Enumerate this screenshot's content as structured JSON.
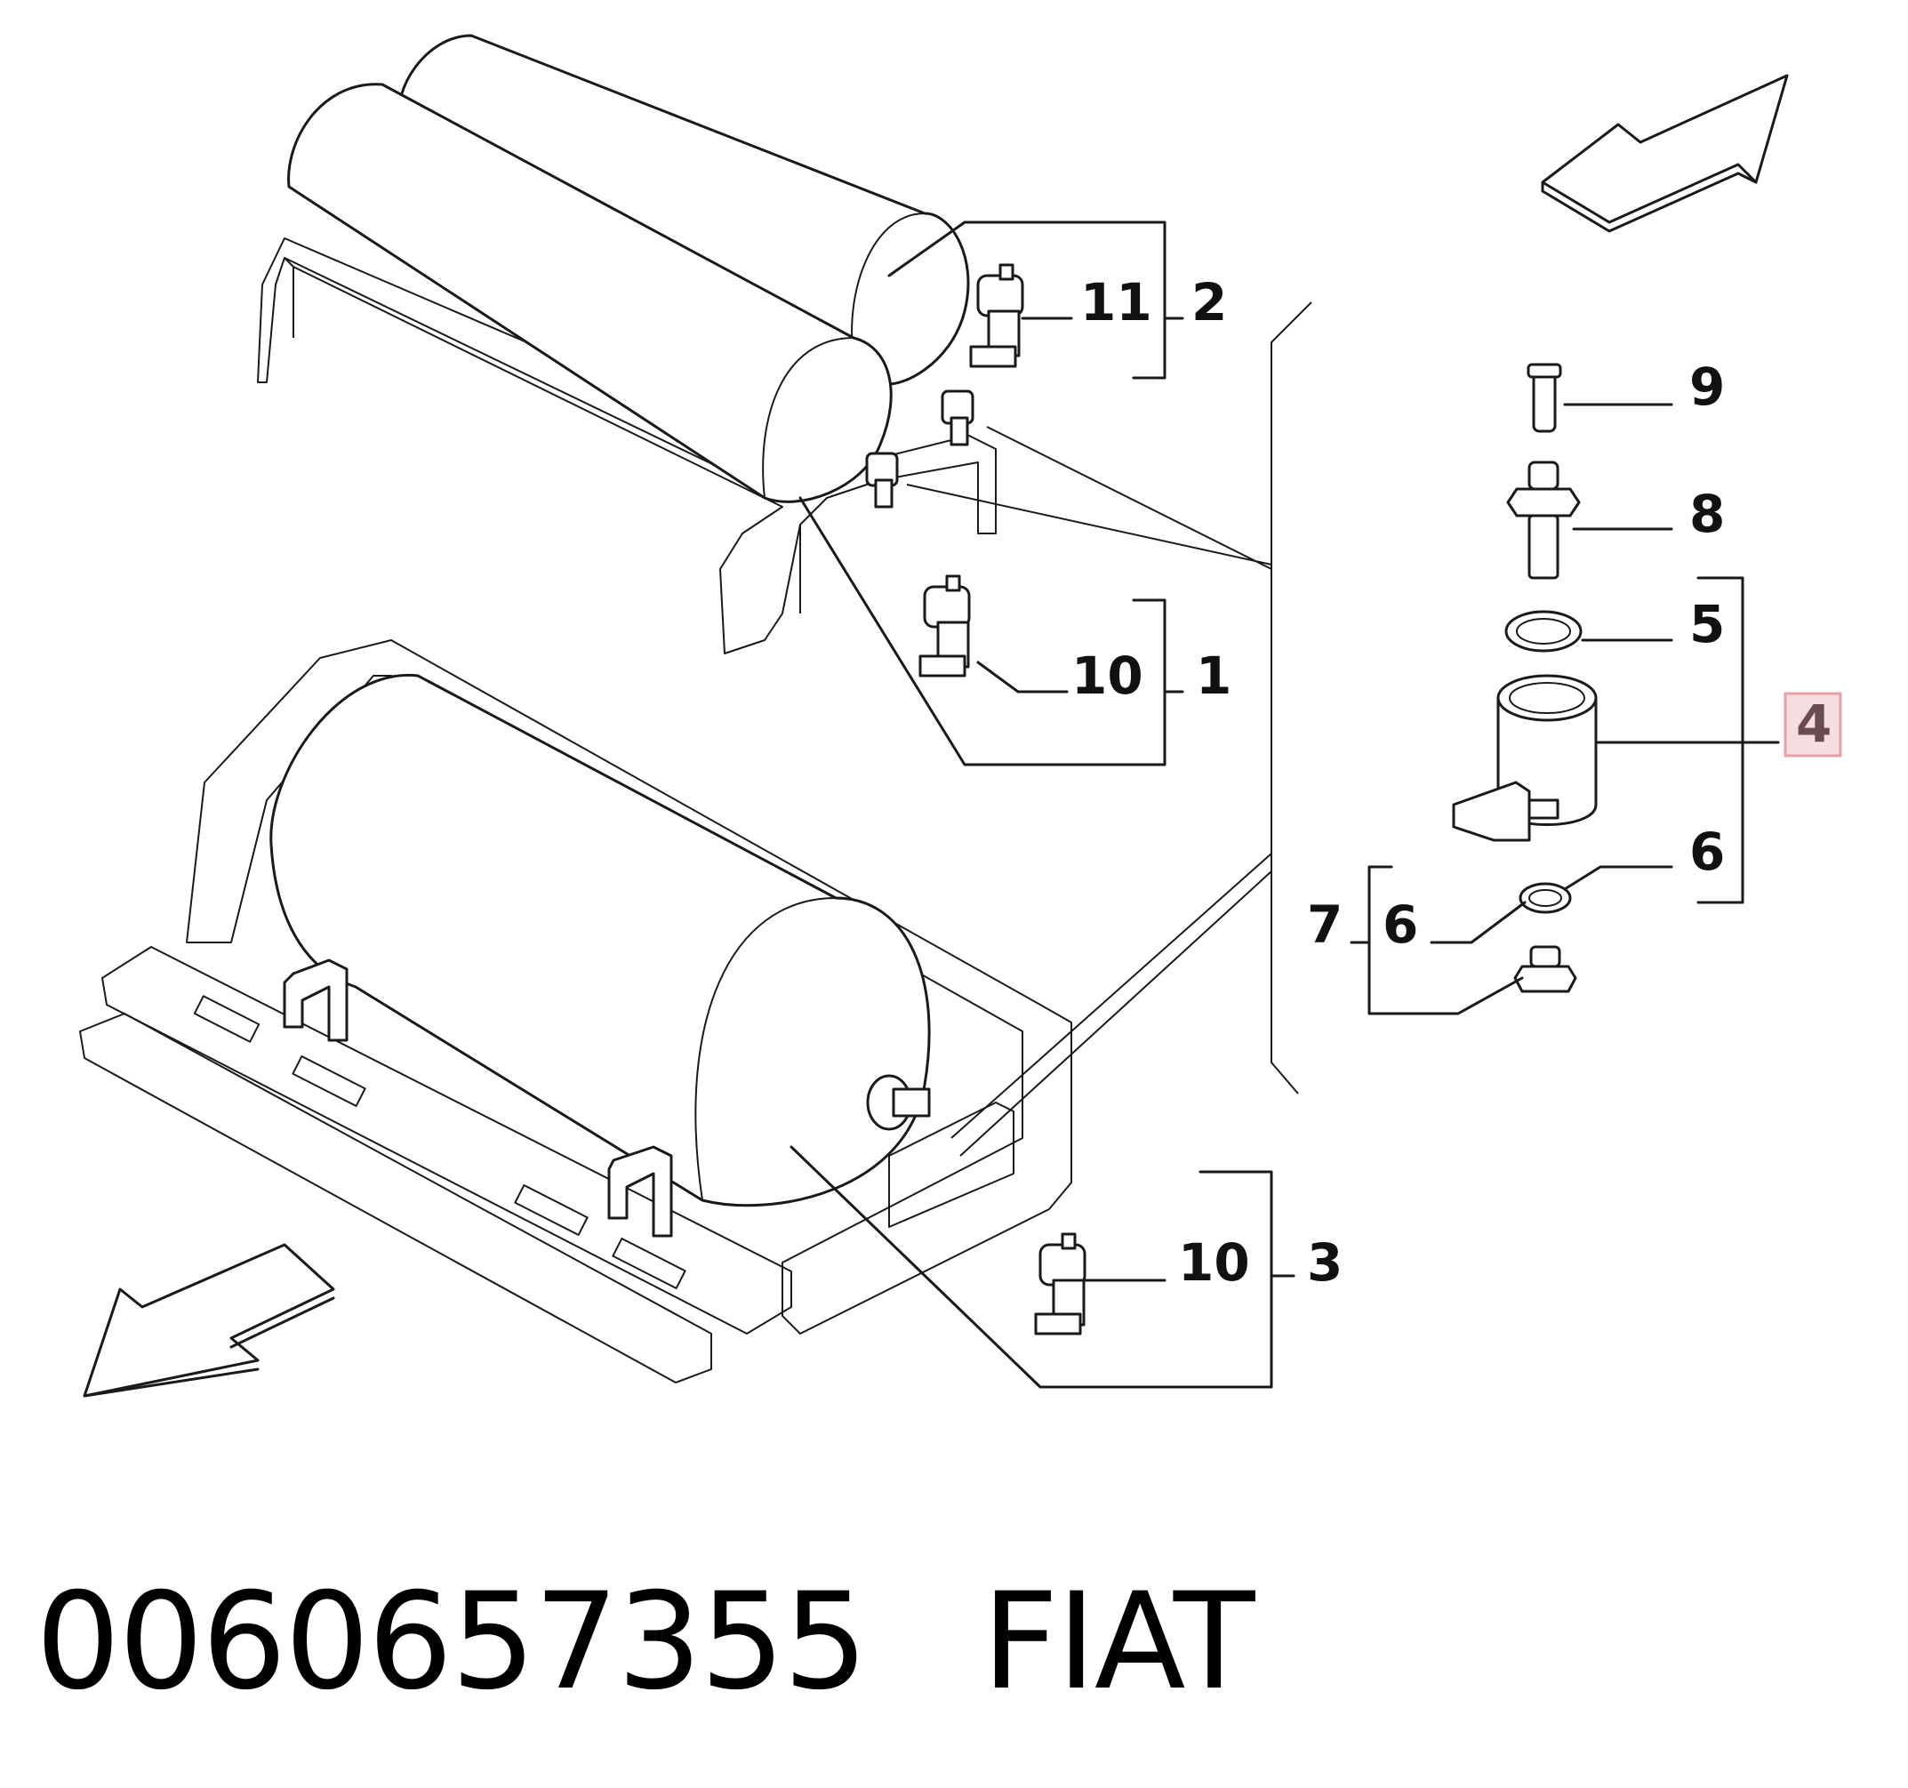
{
  "diagram": {
    "callouts": {
      "c1": "1",
      "c2": "2",
      "c3": "3",
      "c4": "4",
      "c5": "5",
      "c6a": "6",
      "c6b": "6",
      "c7": "7",
      "c8": "8",
      "c9": "9",
      "c10a": "10",
      "c10b": "10",
      "c11": "11"
    },
    "highlight_color": "#e8a0a8",
    "highlight_fill": "#f6dde0"
  },
  "caption": {
    "part_number": "0060657355",
    "brand": "FIAT"
  }
}
